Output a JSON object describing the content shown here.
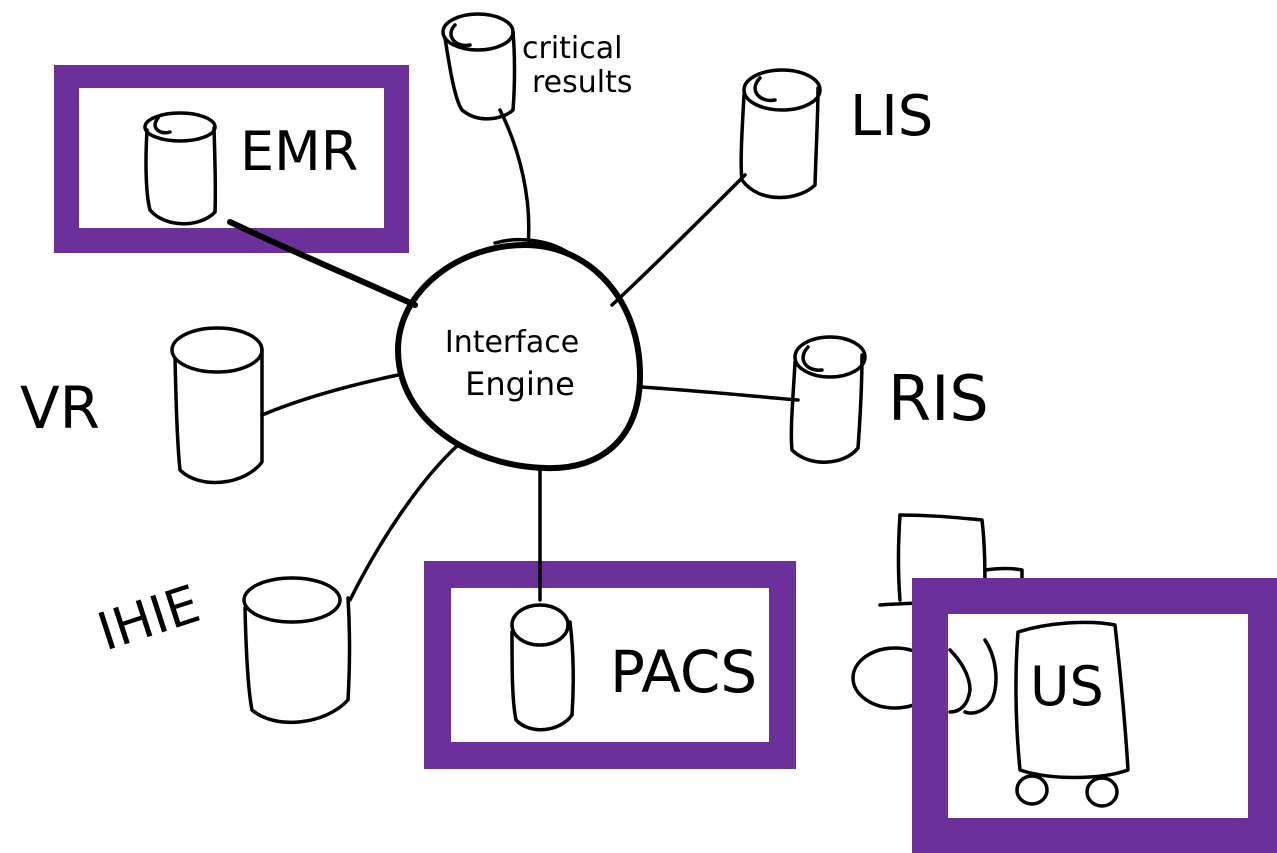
{
  "hub": {
    "line1": "Interface",
    "line2": "Engine"
  },
  "nodes": {
    "emr": "EMR",
    "critical_results_line1": "critical",
    "critical_results_line2": "results",
    "lis": "LIS",
    "ris": "RIS",
    "vr": "VR",
    "ihie": "IHIE",
    "pacs": "PACS",
    "us": "US"
  },
  "colors": {
    "highlight": "#6c309b",
    "ink": "#000000",
    "background": "#ffffff"
  },
  "highlighted_nodes": [
    "emr",
    "pacs",
    "us"
  ]
}
